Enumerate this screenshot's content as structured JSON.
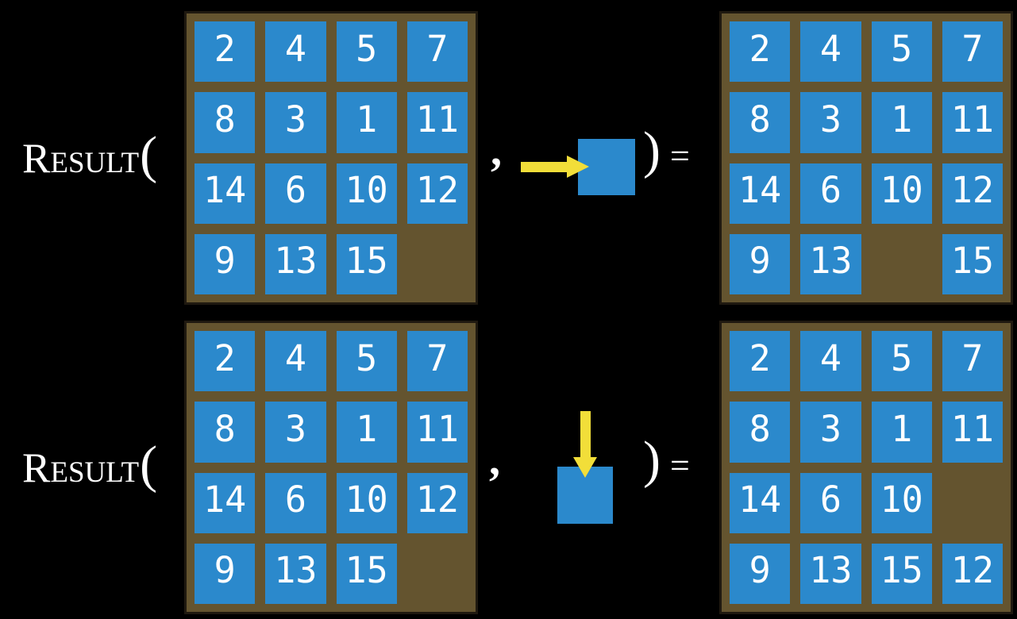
{
  "figure": {
    "description_label": "RESULT function applied to 15-puzzle states"
  },
  "call": {
    "name": "Result",
    "open": "(",
    "close": ")",
    "comma": ",",
    "equals": "="
  },
  "colors": {
    "tile_blue": "#2b89cc",
    "board_brown": "#64542f",
    "board_rim": "#1f1910",
    "arrow_yellow": "#f2de39",
    "text_white": "#ffffff",
    "background": "#000000"
  },
  "rows": [
    {
      "name": "equation-row-1",
      "action": "slide-right",
      "arrow_icon": "arrow-right-icon",
      "input_grid": [
        [
          2,
          4,
          5,
          7
        ],
        [
          8,
          3,
          1,
          11
        ],
        [
          14,
          6,
          10,
          12
        ],
        [
          9,
          13,
          15,
          null
        ]
      ],
      "output_grid": [
        [
          2,
          4,
          5,
          7
        ],
        [
          8,
          3,
          1,
          11
        ],
        [
          14,
          6,
          10,
          12
        ],
        [
          9,
          13,
          null,
          15
        ]
      ]
    },
    {
      "name": "equation-row-2",
      "action": "slide-down",
      "arrow_icon": "arrow-down-icon",
      "input_grid": [
        [
          2,
          4,
          5,
          7
        ],
        [
          8,
          3,
          1,
          11
        ],
        [
          14,
          6,
          10,
          12
        ],
        [
          9,
          13,
          15,
          null
        ]
      ],
      "output_grid": [
        [
          2,
          4,
          5,
          7
        ],
        [
          8,
          3,
          1,
          11
        ],
        [
          14,
          6,
          10,
          null
        ],
        [
          9,
          13,
          15,
          12
        ]
      ]
    }
  ]
}
